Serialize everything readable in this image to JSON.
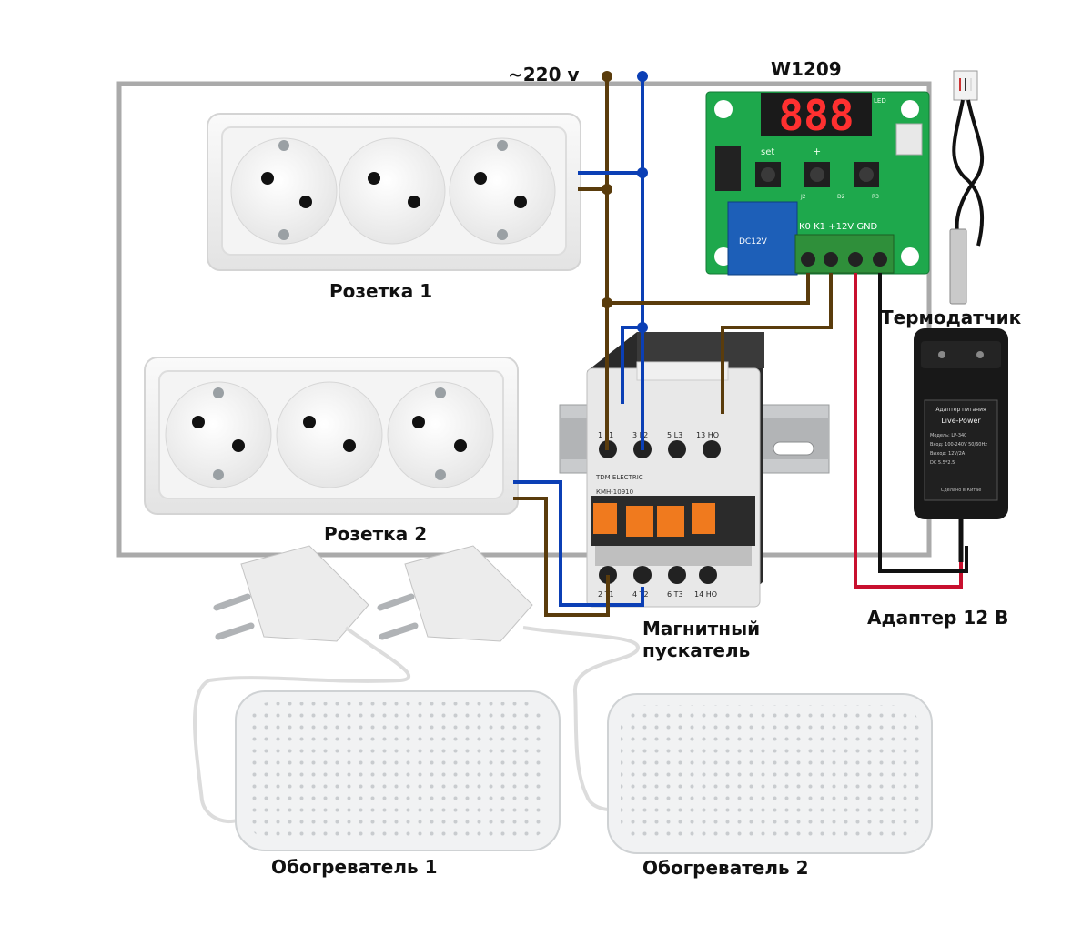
{
  "labels": {
    "mains_voltage": "~220 v",
    "controller_model": "W1209",
    "socket_1": "Розетка 1",
    "socket_2": "Розетка 2",
    "temperature_sensor": "Термодатчик",
    "contactor": "Магнитный\nпускатель",
    "adapter": "Адаптер 12 В",
    "heater_1": "Обогреватель 1",
    "heater_2": "Обогреватель 2"
  },
  "w1209_board": {
    "display": "888",
    "button_label": "set",
    "button_plus": "+",
    "terminal_labels": "K0  K1  +12V GND",
    "relay_text": "DC12V",
    "led_label": "LED",
    "component_labels": [
      "J2",
      "D2",
      "R3"
    ]
  },
  "contactor_device": {
    "brand": "TDM ELECTRIC",
    "model": "КМН-10910",
    "top_terminals": [
      "1 L1",
      "3 L2",
      "5 L3",
      "13 НО"
    ],
    "bottom_terminals": [
      "2 T1",
      "4 T2",
      "6 T3",
      "14 НО"
    ]
  },
  "adapter_device": {
    "title": "Адаптер питания",
    "brand": "Live-Power",
    "lines": [
      "Модель: LP-340",
      "Вход: 100-240V 50/60Hz",
      "Выход: 12V/2A",
      "DC 5.5*2.5"
    ],
    "footer": "Сделано в Китае"
  },
  "colors": {
    "brown_wire": "#5a3c0c",
    "blue_wire": "#0b3fb5",
    "red_wire": "#c8102e",
    "black_wire": "#111111",
    "pcb_green": "#1ea84c",
    "terminal_green": "#2f8f3a",
    "display_red": "#ff3030",
    "contactor_orange": "#f07a1e",
    "frame_gray": "#aaaaaa"
  }
}
